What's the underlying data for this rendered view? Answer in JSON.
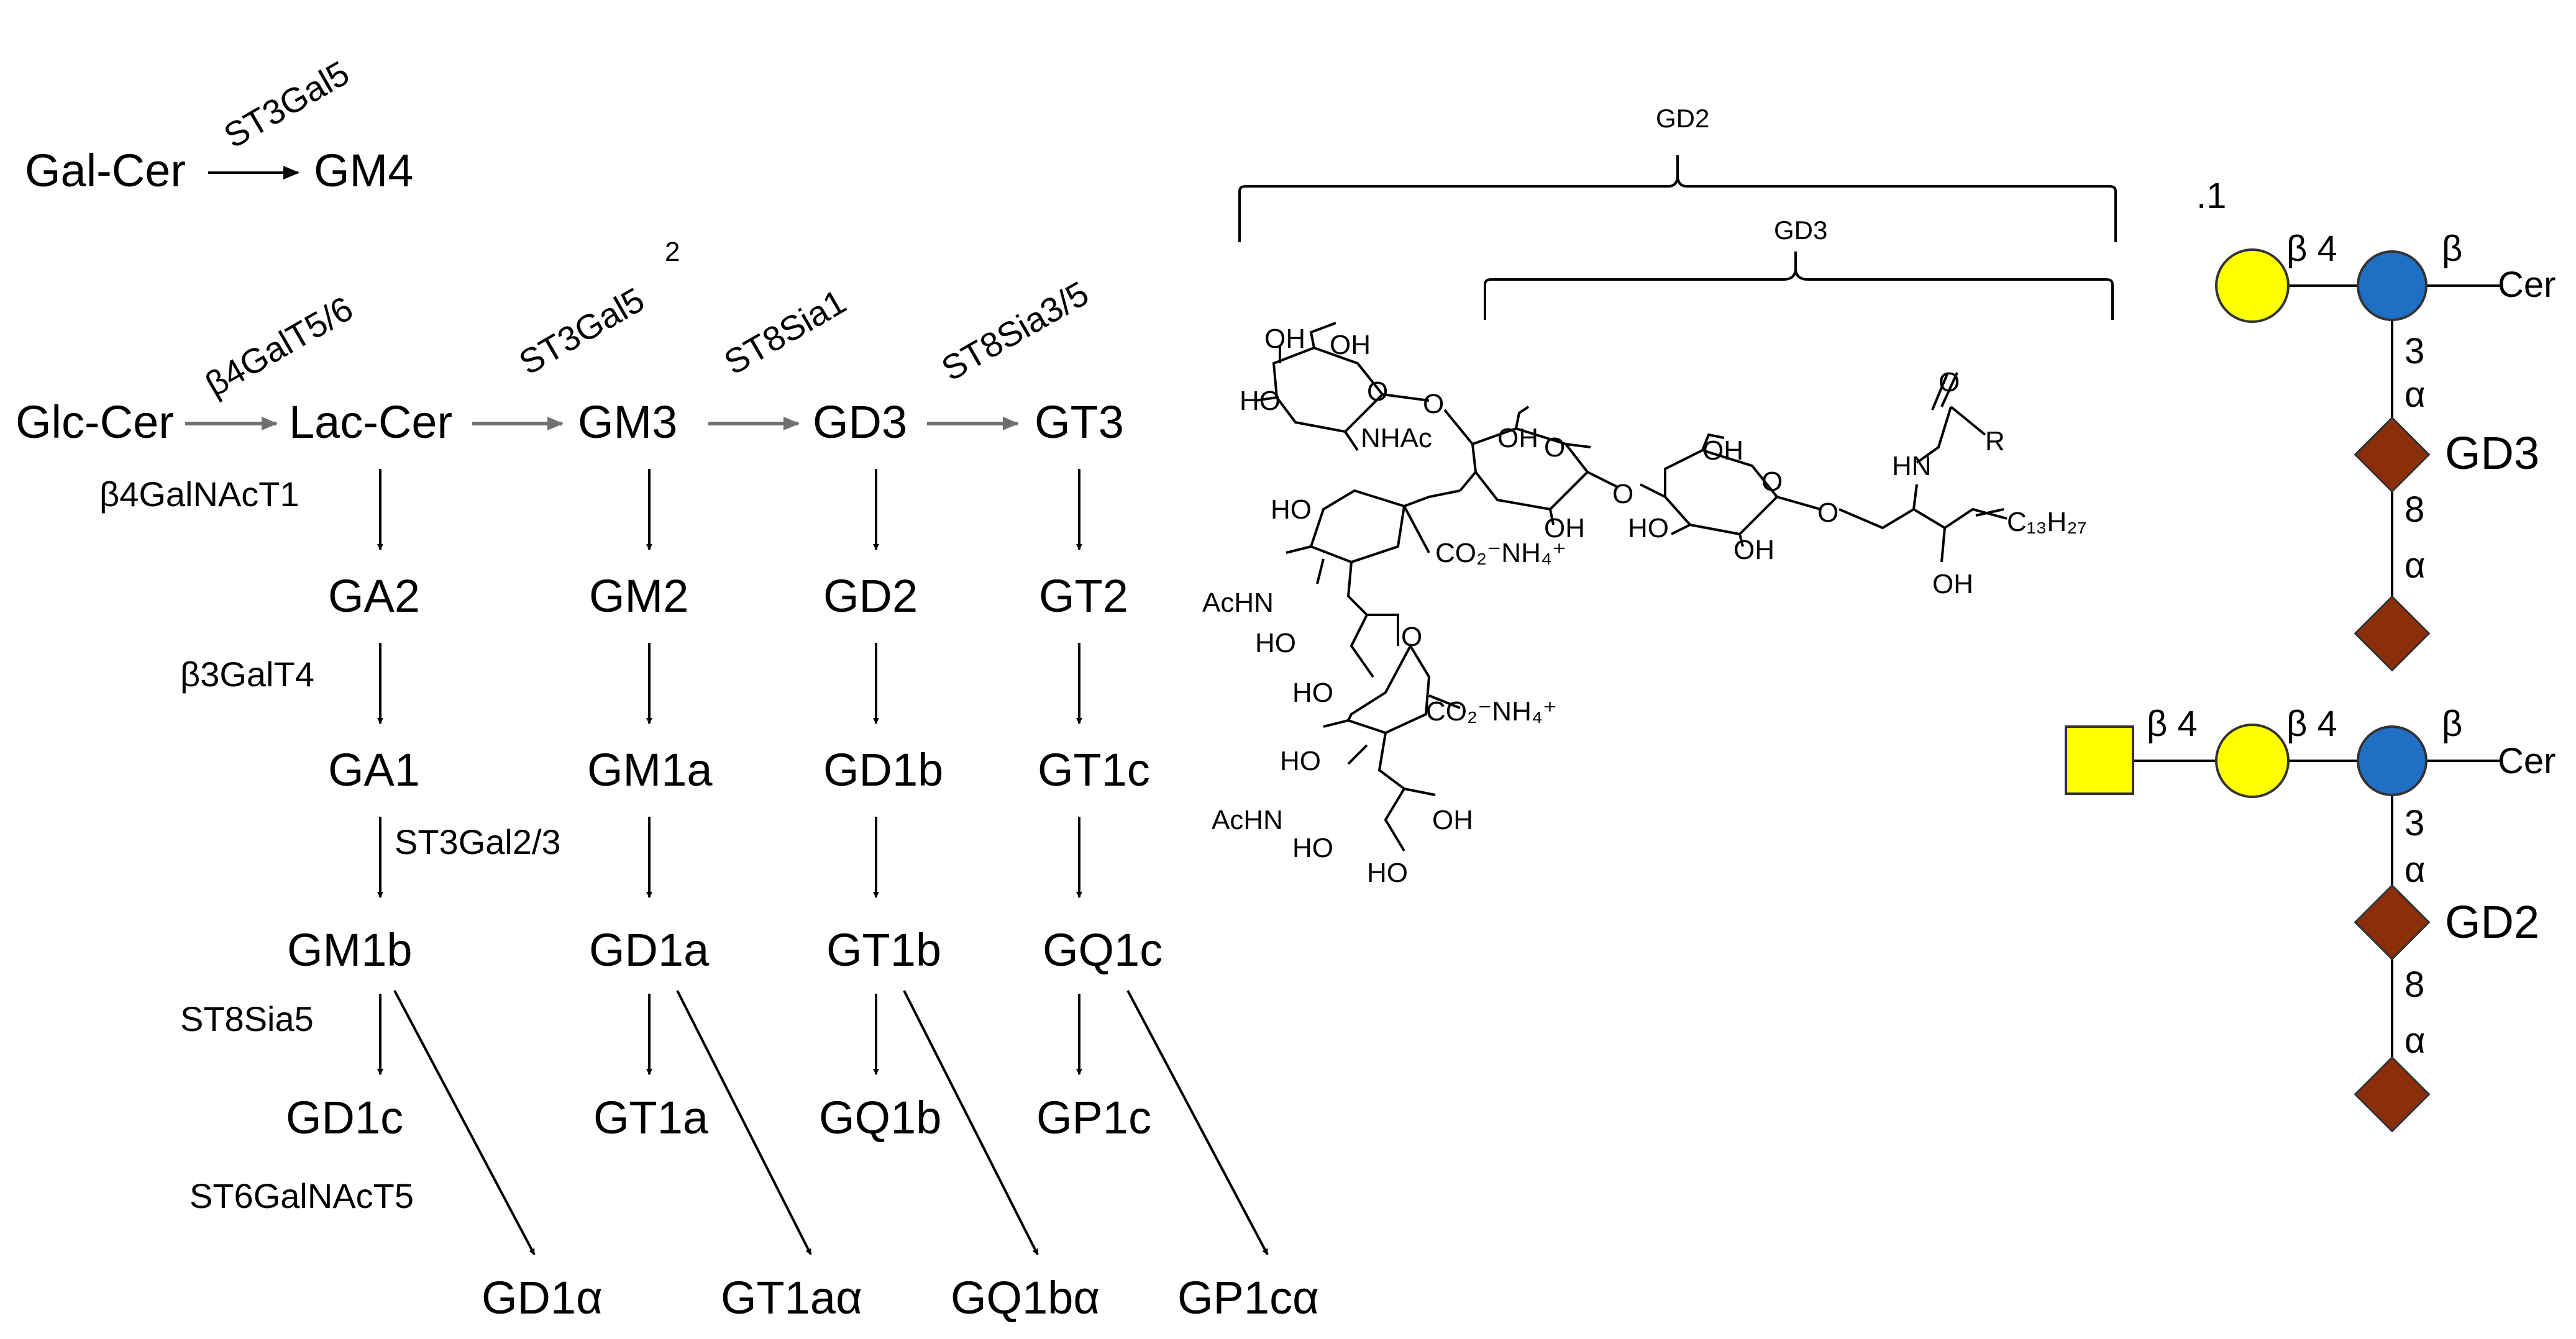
{
  "pathway": {
    "top_row": {
      "gal_cer": "Gal-Cer",
      "gm4": "GM4",
      "enzyme": "ST3Gal5"
    },
    "enzymes": {
      "b4galt": "β4GalT5/6",
      "st3gal5_2": "ST3Gal5",
      "st3gal5_2_note": "2",
      "st8sia1": "ST8Sia1",
      "st8sia35": "ST8Sia3/5",
      "b4galnact1": "β4GalNAcT1",
      "b3galt4": "β3GalT4",
      "st3gal23": "ST3Gal2/3",
      "st8sia5": "ST8Sia5",
      "st6galnact5": "ST6GalNAcT5"
    },
    "main_row": [
      "Glc-Cer",
      "Lac-Cer",
      "GM3",
      "GD3",
      "GT3"
    ],
    "series": {
      "o": [
        "GA2",
        "GA1",
        "GM1b",
        "GD1c"
      ],
      "a": [
        "GM2",
        "GM1a",
        "GD1a",
        "GT1a"
      ],
      "b": [
        "GD2",
        "GD1b",
        "GT1b",
        "GQ1b"
      ],
      "c": [
        "GT2",
        "GT1c",
        "GQ1c",
        "GP1c"
      ]
    },
    "alpha_row": [
      "GD1α",
      "GT1aα",
      "GQ1bα",
      "GP1cα"
    ]
  },
  "structure": {
    "bracket_outer": "GD2",
    "bracket_inner": "GD3",
    "labels": {
      "oh": "OH",
      "ho": "HO",
      "o": "O",
      "nhac": "NHAc",
      "achn": "AcHN",
      "hn": "HN",
      "r": "R",
      "co2nh4": "CO₂⁻NH₄⁺",
      "c13h27": "C₁₃H₂₇"
    }
  },
  "glycans": {
    "marker": ".1",
    "gd3": {
      "name": "GD3",
      "aglycone": "Cer",
      "links": {
        "gal_glc": "β 4",
        "glc_cer": "β",
        "pos3": "3",
        "alpha1": "α",
        "pos8": "8",
        "alpha2": "α"
      }
    },
    "gd2": {
      "name": "GD2",
      "aglycone": "Cer",
      "links": {
        "galnac_gal": "β 4",
        "gal_glc": "β 4",
        "glc_cer": "β",
        "pos3": "3",
        "alpha1": "α",
        "pos8": "8",
        "alpha2": "α"
      }
    },
    "colors": {
      "galactose": "#ffff00",
      "glucose": "#1f6fc5",
      "sialic": "#8b2f0a",
      "galnac": "#ffff00"
    }
  }
}
